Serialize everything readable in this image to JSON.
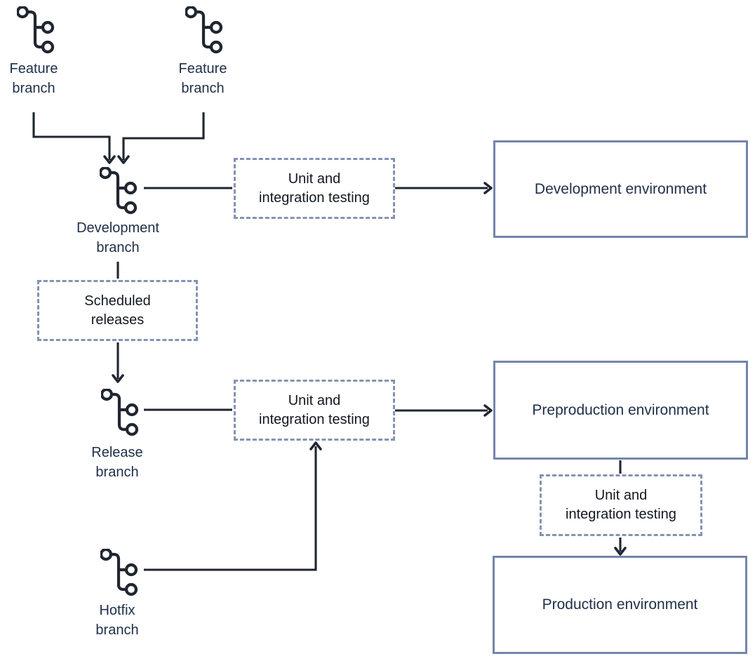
{
  "colors": {
    "background": "#ffffff",
    "line": "#1f2630",
    "text": "#20304a",
    "process_text": "#121820",
    "solid_box_border": "#7585ab",
    "dashed_box_border": "#8493b3"
  },
  "branches": [
    {
      "id": "feature-1",
      "label": "Feature\nbranch"
    },
    {
      "id": "feature-2",
      "label": "Feature\nbranch"
    },
    {
      "id": "development",
      "label": "Development\nbranch"
    },
    {
      "id": "release",
      "label": "Release\nbranch"
    },
    {
      "id": "hotfix",
      "label": "Hotfix\nbranch"
    }
  ],
  "process_steps": [
    {
      "id": "testing-development",
      "label": "Unit and\nintegration testing"
    },
    {
      "id": "scheduled-releases",
      "label": "Scheduled\nreleases"
    },
    {
      "id": "testing-release",
      "label": "Unit and\nintegration testing"
    },
    {
      "id": "testing-preproduction",
      "label": "Unit and\nintegration testing"
    }
  ],
  "environments": [
    {
      "id": "development",
      "label": "Development environment"
    },
    {
      "id": "preproduction",
      "label": "Preproduction environment"
    },
    {
      "id": "production",
      "label": "Production environment"
    }
  ]
}
